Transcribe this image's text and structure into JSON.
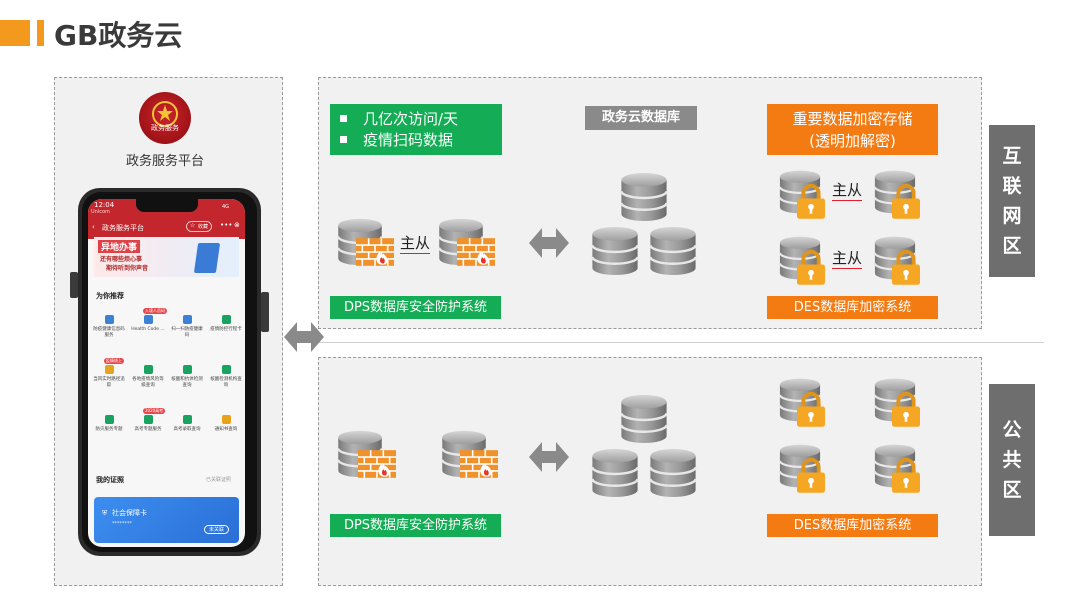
{
  "title": "GB政务云",
  "left_panel": {
    "emblem_text": "政务服务",
    "platform_label": "政务服务平台",
    "phone": {
      "time": "12:04",
      "carrier": "Unicom",
      "signal": "4G",
      "header_title": "政务服务平台",
      "header_favorite": "收藏",
      "banner_title": "异地办事",
      "banner_line1": "还有哪些烦心事",
      "banner_line2": "期待听到你声音",
      "section_title": "为你推荐",
      "services": [
        {
          "label": "防疫健康信息码服务",
          "badge": "",
          "color": "#3b82d6"
        },
        {
          "label": "Health Code ...",
          "badge": "入境人员码",
          "color": "#3b82d6"
        },
        {
          "label": "扫一扫防疫健康码",
          "badge": "",
          "color": "#3b82d6"
        },
        {
          "label": "疫情防控行程卡",
          "badge": "",
          "color": "#1aa260"
        },
        {
          "label": "当风实时路径追踪",
          "badge": "疫情线上",
          "color": "#e8a31c"
        },
        {
          "label": "各地疫情风险等级查询",
          "badge": "",
          "color": "#1aa260"
        },
        {
          "label": "核酸和抗体检测查询",
          "badge": "",
          "color": "#1aa260"
        },
        {
          "label": "核酸检测机构查询",
          "badge": "",
          "color": "#1aa260"
        },
        {
          "label": "防灾服务专题",
          "badge": "",
          "color": "#1aa260"
        },
        {
          "label": "高考专题服务",
          "badge": "2020高考",
          "color": "#1aa260"
        },
        {
          "label": "高考录取查询",
          "badge": "",
          "color": "#1aa260"
        },
        {
          "label": "通知书查询",
          "badge": "",
          "color": "#e8a31c"
        }
      ],
      "cert_title": "我的证照",
      "cert_link": "已关联证照",
      "card_title": "社会保障卡",
      "card_masked": "********",
      "card_button": "未关联"
    }
  },
  "top_zone": {
    "label_chars": [
      "互",
      "联",
      "网",
      "区"
    ],
    "features": [
      "几亿次访问/天",
      "疫情扫码数据"
    ],
    "db_label": "政务云数据库",
    "encrypt_title": "重要数据加密存储",
    "encrypt_subtitle": "(透明加解密)",
    "master_slave": "主从",
    "dps_label": "DPS数据库安全防护系统",
    "des_label": "DES数据库加密系统"
  },
  "bottom_zone": {
    "label_chars": [
      "公",
      "共",
      "区"
    ],
    "dps_label": "DPS数据库安全防护系统",
    "des_label": "DES数据库加密系统"
  },
  "colors": {
    "accent_orange": "#f39a1e",
    "green": "#14ad55",
    "orange": "#f47a12",
    "zone_gray": "#6e6e6e",
    "db_gray": "#8c8c8c",
    "firewall_orange": "#f0912a",
    "lock_orange": "#f5a623",
    "arrow_gray": "#8a8a8a"
  },
  "icons": {
    "database": "database-icon",
    "firewall": "firewall-icon",
    "lock": "lock-icon",
    "arrow": "double-arrow-icon"
  }
}
